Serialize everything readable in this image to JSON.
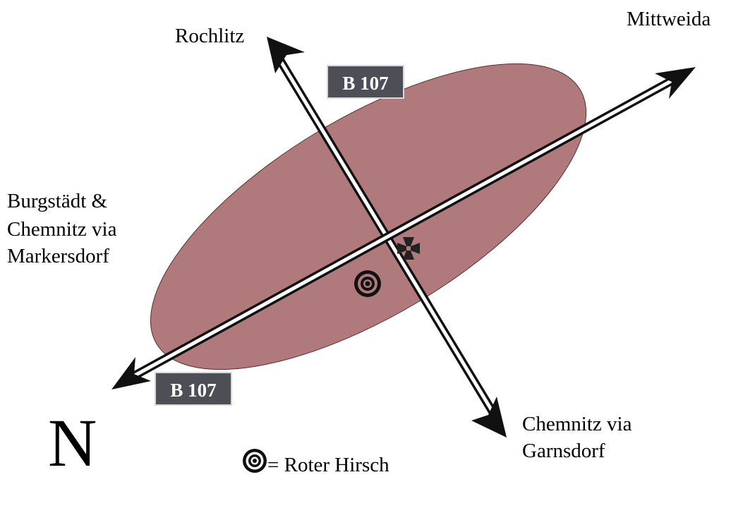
{
  "map": {
    "area_color": "#b07a7c",
    "area_outline": "#5a2a2c",
    "road_color": "#111111",
    "sign_color": "#4e4e57",
    "destinations": {
      "north_west": "Rochlitz",
      "north_east": "Mittweida",
      "west_line1": "Burgstädt &",
      "west_line2": "Chemnitz via",
      "west_line3": "Markersdorf",
      "south_line1": "Chemnitz via",
      "south_line2": "Garnsdorf"
    },
    "route_signs": {
      "upper": "B 107",
      "lower": "B 107"
    },
    "north_marker": "N",
    "legend": {
      "symbol": "target-icon",
      "text": "= Roter Hirsch"
    },
    "church_symbol": "cross-icon"
  }
}
